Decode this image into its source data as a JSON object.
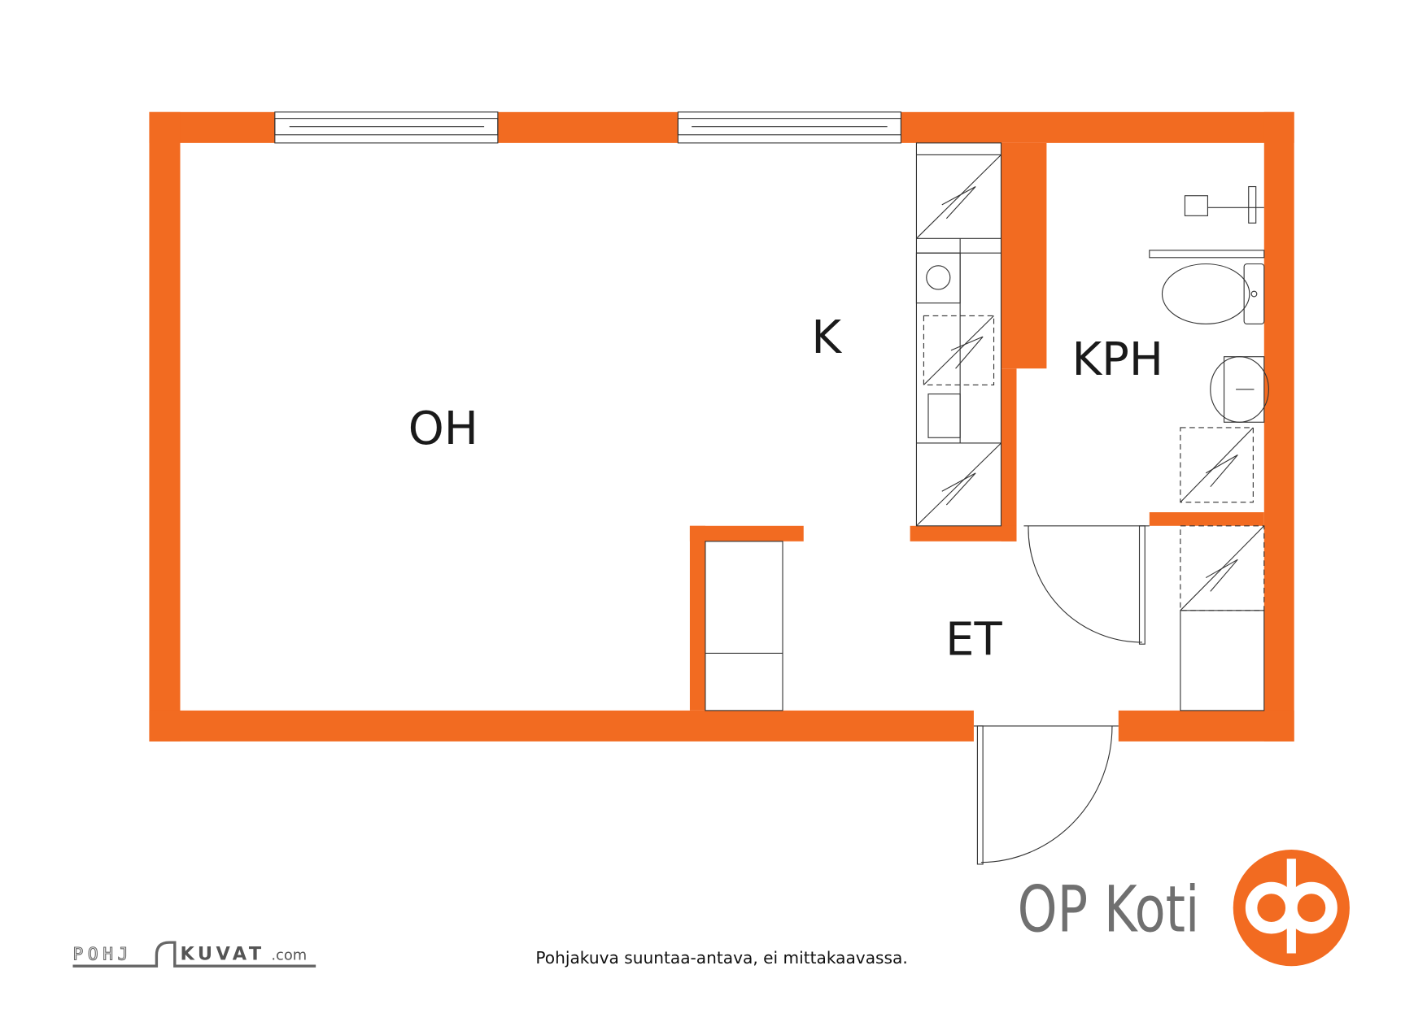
{
  "rooms": {
    "oh": "OH",
    "k": "K",
    "kph": "KPH",
    "et": "ET"
  },
  "brand": {
    "name": "OP Koti",
    "logo_icon": "op-logo-icon"
  },
  "footer": {
    "note": "Pohjakuva suuntaa-antava, ei mittakaavassa.",
    "credit_logo": {
      "part1": "POHJ",
      "part2": "KUVAT",
      "part3": ".com"
    }
  },
  "colors": {
    "wall": "#F26B21",
    "line": "#333333",
    "brand_text": "#707070"
  }
}
